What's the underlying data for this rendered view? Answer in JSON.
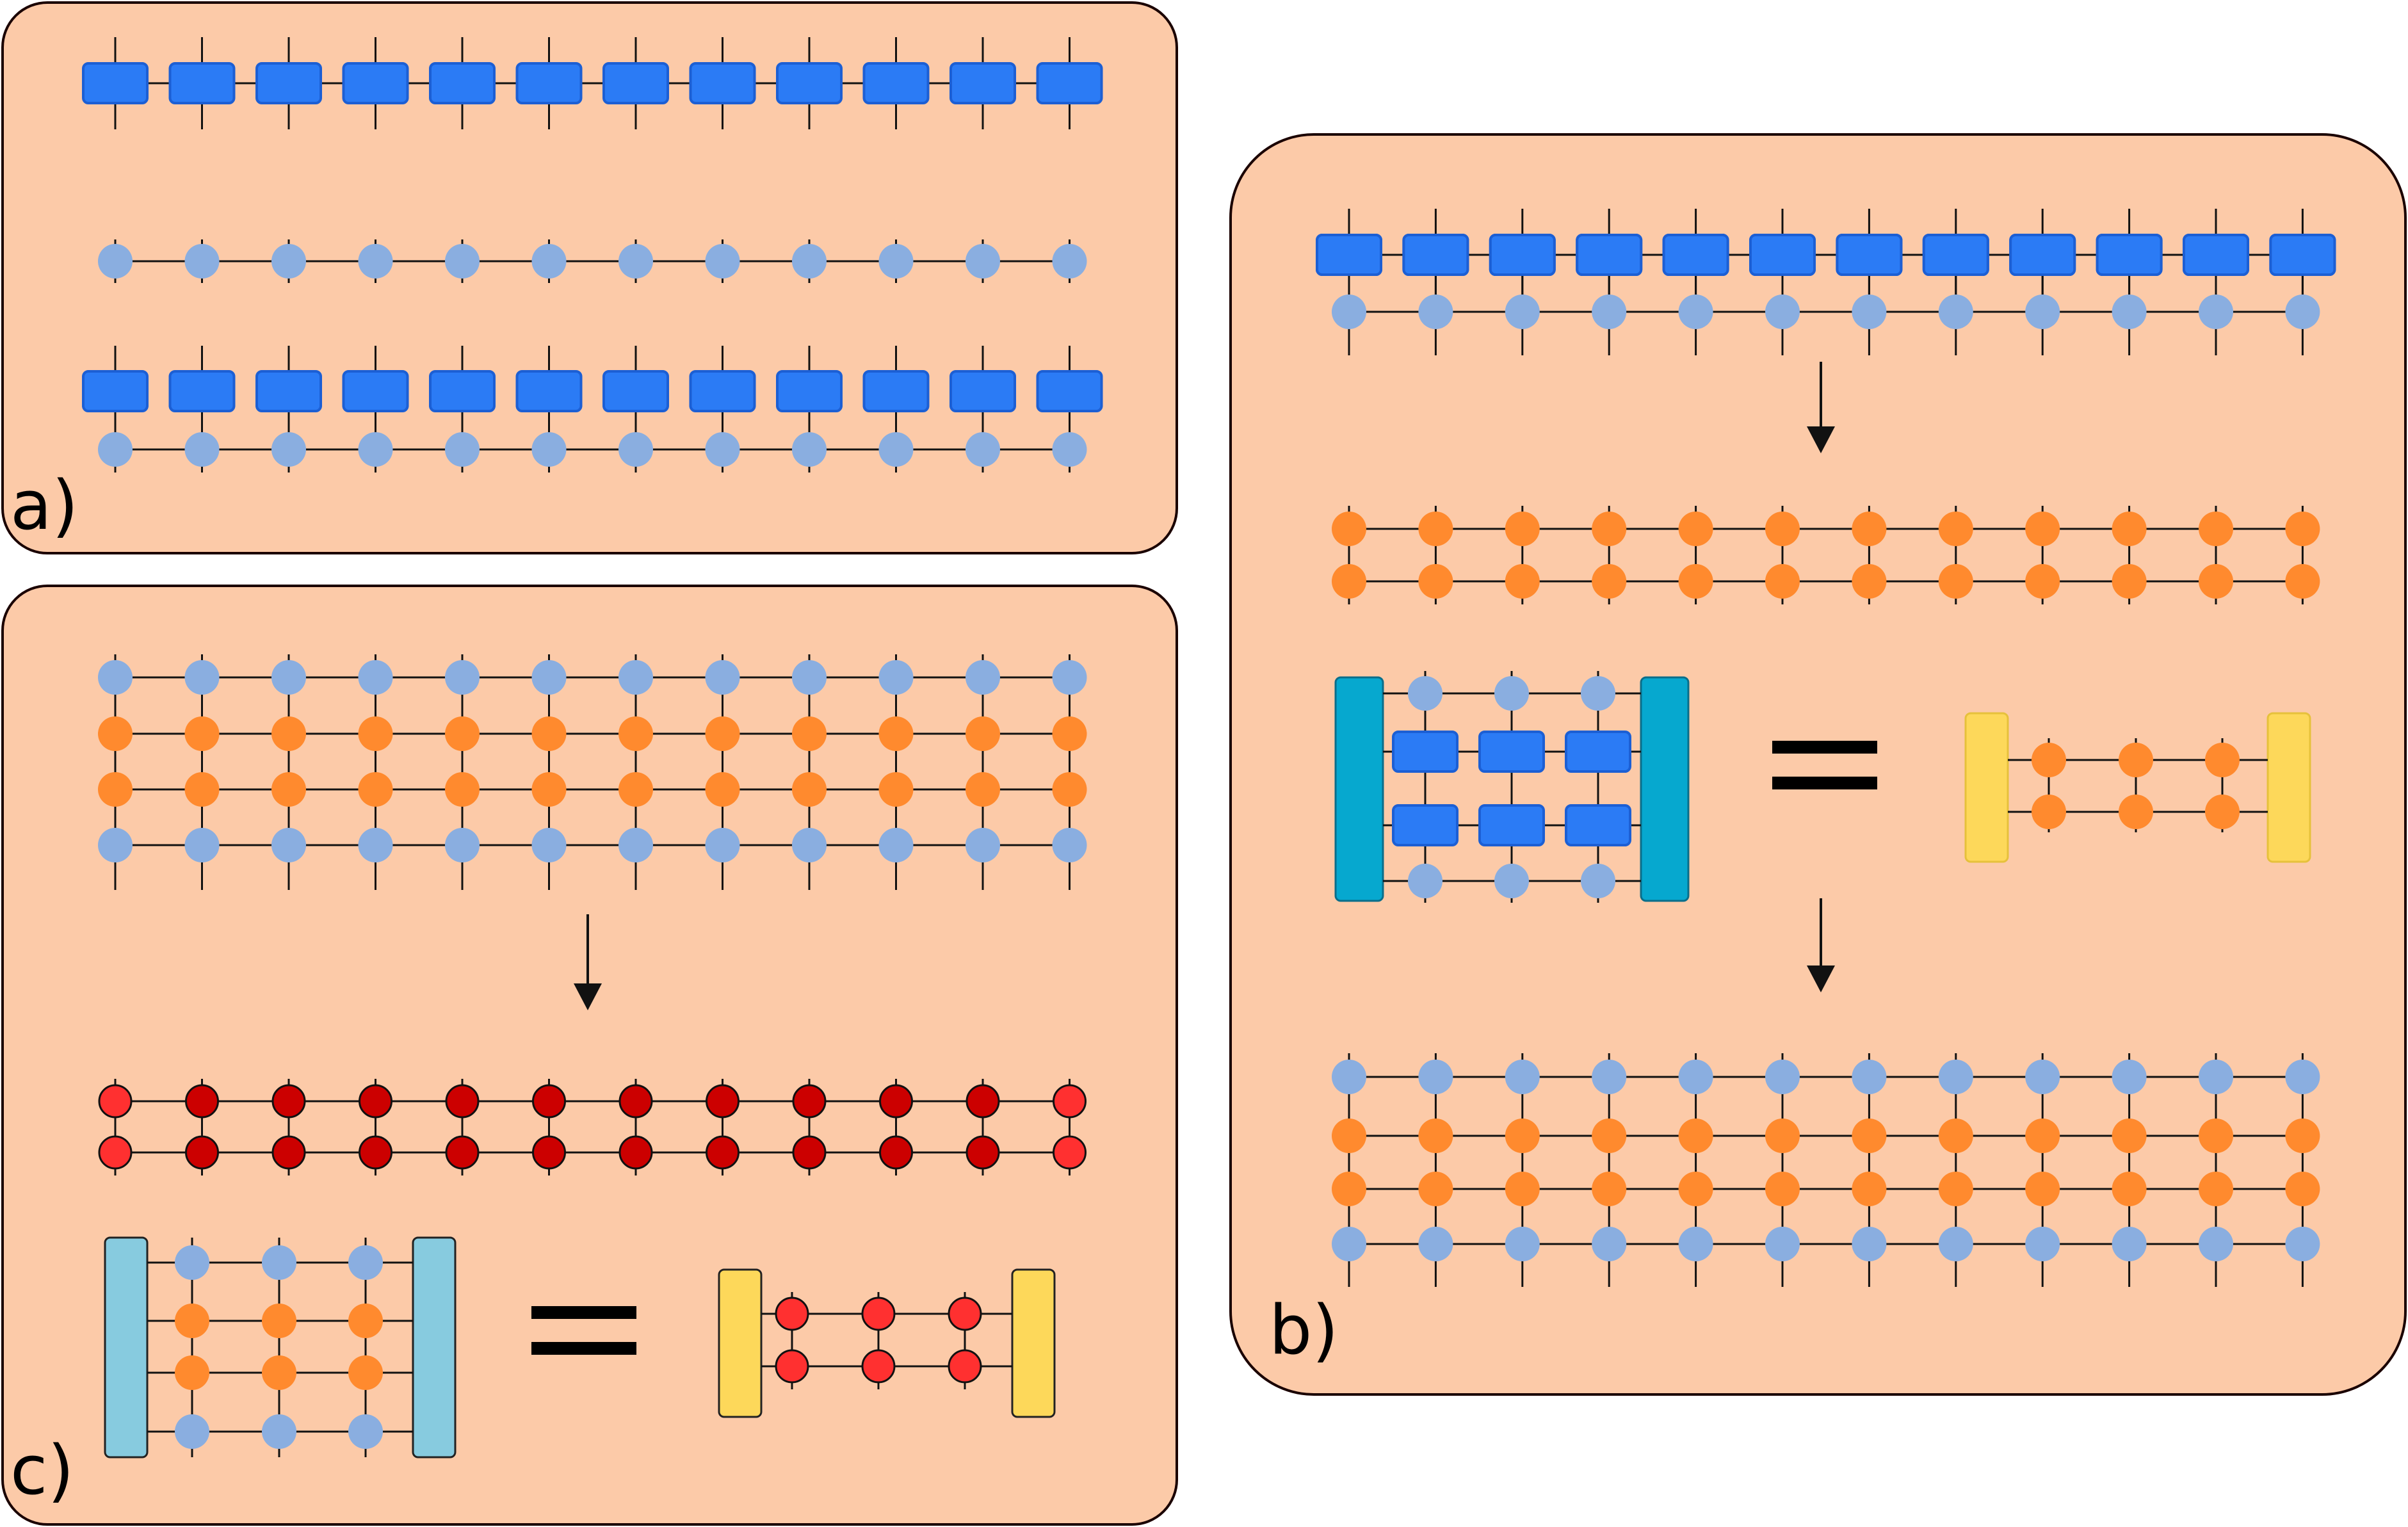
{
  "panels": {
    "a": {
      "label": "a)"
    },
    "b": {
      "label": "b)",
      "equals": "="
    },
    "c": {
      "label": "c)",
      "equals": "="
    }
  },
  "colors": {
    "panel_bg": "#fccaa8",
    "mpo_blue": "#2b7bf5",
    "mps_site": "#8aaee0",
    "orange_site": "#ff8a2e",
    "red_dark": "#cc0000",
    "red_light": "#ff3030",
    "env_teal": "#06a8cf",
    "env_light": "#87cbdf",
    "env_yellow": "#fdd85a"
  }
}
